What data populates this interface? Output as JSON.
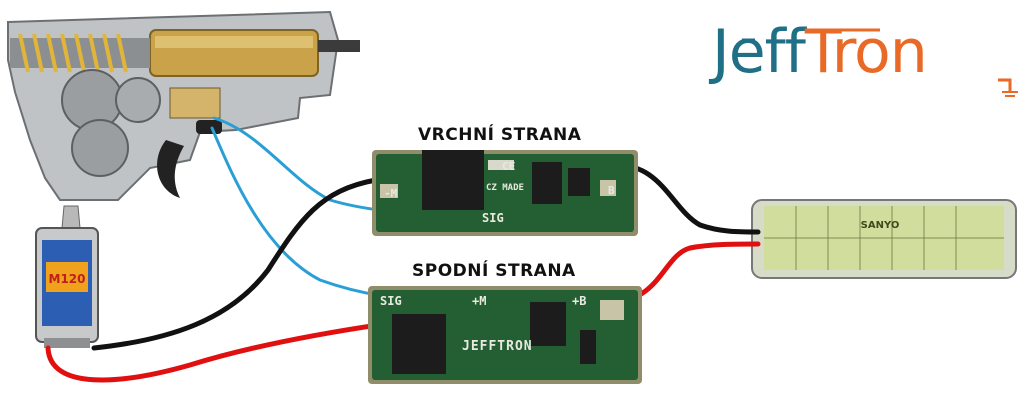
{
  "logo": {
    "part1": "Jeff",
    "part2": "Tron",
    "color1": "#1f6f86",
    "color2": "#e86a26"
  },
  "labels": {
    "top_side": "VRCHNÍ STRANA",
    "bottom_side": "SPODNÍ STRANA"
  },
  "top_board": {
    "pad_m": "-M",
    "pad_b": "B",
    "pad_sig": "SIG",
    "marking": "CZ MADE",
    "ce": "CE"
  },
  "bottom_board": {
    "pad_sig": "SIG",
    "pad_m": "+M",
    "pad_b": "+B",
    "brand": "JEFFTRON"
  },
  "motor": {
    "brand": "M120"
  },
  "battery": {
    "label": "SANYO"
  },
  "wire_colors": {
    "red": "#e01010",
    "black": "#111111",
    "blue": "#2a9fd6"
  }
}
